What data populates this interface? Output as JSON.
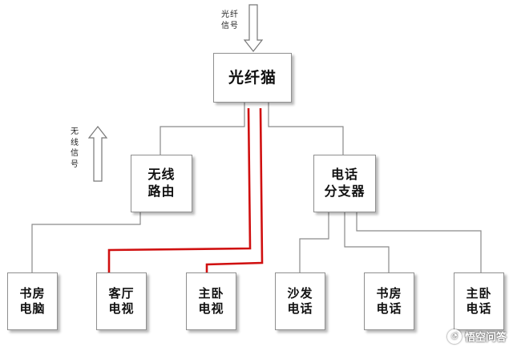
{
  "signals": {
    "fiber": [
      "光纤",
      "信号"
    ],
    "wireless": [
      "无",
      "线",
      "信",
      "号"
    ]
  },
  "nodes": {
    "onu": {
      "label": "光纤猫"
    },
    "router": {
      "lines": [
        "无线",
        "路由"
      ]
    },
    "splitter": {
      "lines": [
        "电话",
        "分支器"
      ]
    },
    "study_pc": {
      "lines": [
        "书房",
        "电脑"
      ]
    },
    "living_tv": {
      "lines": [
        "客厅",
        "电视"
      ]
    },
    "bedroom_tv": {
      "lines": [
        "主卧",
        "电视"
      ]
    },
    "sofa_phone": {
      "lines": [
        "沙发",
        "电话"
      ]
    },
    "study_phone": {
      "lines": [
        "书房",
        "电话"
      ]
    },
    "bedroom_phone": {
      "lines": [
        "主卧",
        "电话"
      ]
    }
  },
  "watermark": {
    "text": "悟空问答"
  },
  "colors": {
    "line": "#8a8a8a",
    "highlight": "#d01010",
    "border": "#8f8f8f"
  }
}
